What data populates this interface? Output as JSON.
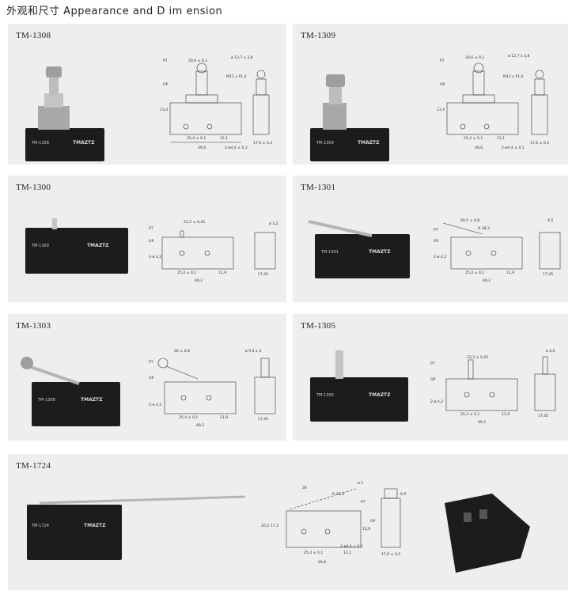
{
  "page": {
    "heading": "外观和尺寸 Appearance and D im ension"
  },
  "panels": [
    {
      "model": "TM-1308",
      "photo": {
        "body_label": "TM-1308",
        "brand": "TMAZTZ"
      },
      "dims": {
        "w_top": "20,6 ± 0,1",
        "roller": "ø 12,7 x 3,8",
        "thread": "M12 x P1,0",
        "h1": "13,4",
        "op": "OP",
        "pt": "PT",
        "s1": "25,4 ± 0,1",
        "s2": "49,6",
        "s3": "12,1",
        "hole": "2-ø4,4 ± 0,1",
        "side": "17,6 ± 0,2"
      }
    },
    {
      "model": "TM-1309",
      "photo": {
        "body_label": "TM-1309",
        "brand": "TMAZTZ"
      },
      "dims": {
        "w_top": "20,6 ± 0,1",
        "roller": "ø 12,7 x 3,8",
        "thread": "M12 x P1,0",
        "h1": "13,4",
        "op": "OP",
        "pt": "PT",
        "s1": "25,4 ± 0,1",
        "s2": "49,6",
        "s3": "12,1",
        "hole": "2-ø4,4 ± 0,1",
        "side": "17,6 ± 0,2"
      }
    },
    {
      "model": "TM-1300",
      "photo": {
        "body_label": "TM-1300",
        "brand": "TMAZTZ"
      },
      "dims": {
        "w_top": "23,3 ± 0,25",
        "op": "OP",
        "pt": "PT",
        "hole": "2-ø 4,2",
        "s1": "25,4 ± 0,1",
        "s2": "49,2",
        "s3": "11,9",
        "side": "17,45",
        "tip": "ø 3,2"
      }
    },
    {
      "model": "TM-1301",
      "photo": {
        "body_label": "TM-1301",
        "brand": "TMAZTZ"
      },
      "dims": {
        "w_top": "49,5 ± 0,8",
        "op": "OP",
        "pt": "PT",
        "hole": "2-ø 4,2",
        "s1": "25,4 ± 0,1",
        "s2": "49,2",
        "s3": "11,9",
        "side": "17,45",
        "tip": "4,5",
        "lever": "R 38,3"
      }
    },
    {
      "model": "TM-1303",
      "photo": {
        "body_label": "TM-1308",
        "brand": "TMAZTZ"
      },
      "dims": {
        "w_top": "46 ± 0,8",
        "roller": "ø 9,5 x 4",
        "op": "OP",
        "pt": "PT",
        "hole": "2-ø 4,2",
        "s1": "25,4 ± 0,1",
        "s2": "49,2",
        "s3": "11,9",
        "side": "17,45"
      }
    },
    {
      "model": "TM-1305",
      "photo": {
        "body_label": "TM-1305",
        "brand": "TMAZTZ"
      },
      "dims": {
        "w_top": "23,3 ± 0,25",
        "tip": "ø 4,0",
        "op": "OP",
        "pt": "PT",
        "hole": "2-ø 4,2",
        "s1": "25,4 ± 0,1",
        "s2": "49,2",
        "s3": "11,9",
        "side": "17,45"
      }
    },
    {
      "model": "TM-1724",
      "photo": {
        "body_label": "TM-1724",
        "brand": "TMAZTZ"
      },
      "dims": {
        "w_top": "26",
        "radius": "R 15,5",
        "angle": "ø 1",
        "op": "OP",
        "pt": "PT",
        "h1": "20,2",
        "h2": "17,2",
        "h3": "15,9",
        "hole": "2-ø4,4 ± 0,1",
        "s1": "25,4 ± 0,1",
        "s2": "49,6",
        "s3": "12,1",
        "side": "17,6 ± 0,2",
        "side_top": "6,9"
      }
    }
  ],
  "colors": {
    "panel_bg": "#eeeeee",
    "switch_body": "#1c1c1c",
    "metal": "#b9b9b9",
    "line": "#333333"
  }
}
